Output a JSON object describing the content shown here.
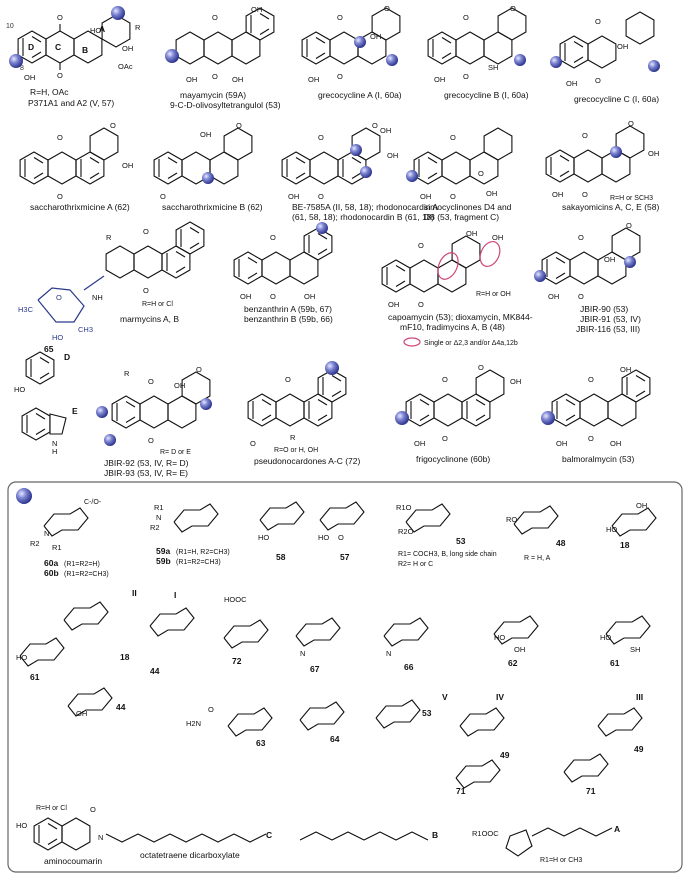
{
  "compounds": {
    "p371": {
      "line1": "R=H, OAc",
      "line2": "P371A1 and A2 (V, 57)",
      "rings": [
        "A",
        "B",
        "C",
        "D"
      ],
      "sub": [
        "HO",
        "OH",
        "OAc",
        "R"
      ]
    },
    "mayamycin": {
      "line1": "mayamycin (59A)",
      "line2": "9-C-D-olivosyltetrangulol (53)"
    },
    "grecoA": {
      "line1": "grecocycline A (I, 60a)"
    },
    "grecoB": {
      "line1": "grecocycline B (I, 60a)",
      "sh": "SH"
    },
    "grecoC": {
      "line1": "grecocycline C (I, 60a)"
    },
    "sacA": {
      "line1": "saccharothrixmicine A (62)"
    },
    "sacB": {
      "line1": "saccharothrixmicine B (62)"
    },
    "be": {
      "line1": "BE-7585A (II, 58, 18); rhodonocardin A",
      "line2": "(61, 58, 18); rhodonocardin B (61, 18)"
    },
    "simo": {
      "line1": "simocyclinones D4 and",
      "line2": "D8 (53, fragment C)"
    },
    "saka": {
      "line1": "sakayomicins A, C, E (58)",
      "r": "R=H or SCH3"
    },
    "marmy": {
      "line1": "marmycins A, B",
      "r": "R=H or Cl",
      "num": "65"
    },
    "benz": {
      "line1": "benzanthrin A (59b, 67)",
      "line2": "benzanthrin B (59b, 66)"
    },
    "capo": {
      "line1": "capoamycin (53); dioxamycin, MK844-",
      "line2": "mF10, fradimycins A, B (48)",
      "r": "R=H or OH",
      "legend": "Single or Δ2,3 and/or Δ4a,12b"
    },
    "jbir90": {
      "line1": "JBIR-90 (53)",
      "line2": "JBIR-91 (53, IV)",
      "line3": "JBIR-116 (53, III)"
    },
    "jbir92": {
      "line1": "JBIR-92 (53, IV, R= D)",
      "line2": "JBIR-93 (53, IV, R= E)",
      "r": "R= D or E"
    },
    "pseudo": {
      "line1": "pseudonocardones A-C (72)",
      "r": "R=O or H, OH"
    },
    "frigo": {
      "line1": "frigocyclinone (60b)"
    },
    "balmo": {
      "line1": "balmoralmycin (53)"
    },
    "D": {
      "label": "D"
    },
    "E": {
      "label": "E"
    }
  },
  "sugars": {
    "s60": {
      "title": "60a (R1=R2=H)",
      "title2": "60b (R1=R2=CH3)",
      "tag": "C-/O-"
    },
    "s59": {
      "title": "59a (R1=H, R2=CH3)",
      "title2": "59b (R1=R2=CH3)"
    },
    "s58": {
      "title": "58"
    },
    "s57": {
      "title": "57"
    },
    "s53": {
      "title": "53",
      "line1": "R1= COCH3, B, long side chain",
      "line2": "R2= H or C"
    },
    "s48": {
      "title": "48",
      "line1": "R = H, A"
    },
    "s18": {
      "title": "18"
    },
    "t61": {
      "title": "61"
    },
    "t18": {
      "title": "18"
    },
    "t44": {
      "title": "44"
    },
    "tII": {
      "title": "II"
    },
    "tI": {
      "title": "I"
    },
    "s72": {
      "title": "72",
      "acid": "HOOC"
    },
    "s67": {
      "title": "67"
    },
    "s66": {
      "title": "66"
    },
    "s62": {
      "title": "62"
    },
    "s61": {
      "title": "61"
    },
    "c63": {
      "title": "63"
    },
    "c64": {
      "title": "64"
    },
    "c53": {
      "title": "53"
    },
    "cV": {
      "title": "V"
    },
    "c71a": {
      "title": "71"
    },
    "c49a": {
      "title": "49"
    },
    "cIV": {
      "title": "IV"
    },
    "c71b": {
      "title": "71"
    },
    "c49b": {
      "title": "49"
    },
    "cIII": {
      "title": "III"
    }
  },
  "fragments": {
    "amino": {
      "r": "R=H or Cl",
      "label": "aminocoumarin",
      "chain": "octatetraene dicarboxylate",
      "tag": "C"
    },
    "B": {
      "tag": "B"
    },
    "A": {
      "r": "R1=H or CH3",
      "acid": "R1OOC",
      "tag": "A"
    }
  },
  "colors": {
    "sphere": "#5a63b8",
    "sphere_light": "#c8ccf0",
    "pink": "#d0457a",
    "blue_bond": "#2a3a8c",
    "box": "#666666"
  }
}
